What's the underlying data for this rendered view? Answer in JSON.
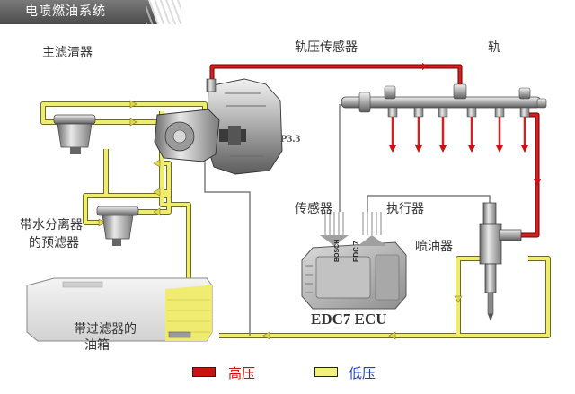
{
  "header": {
    "title": "电喷燃油系统"
  },
  "labels": {
    "main_filter": "主滤清器",
    "rail_pressure_sensor": "轨压传感器",
    "rail": "轨",
    "pump_model": "P3.3",
    "sensor": "传感器",
    "actuator": "执行器",
    "water_separator_line1": "带水分离器",
    "water_separator_line2": "的预滤器",
    "injector": "喷油器",
    "tank_line1": "带过滤器的",
    "tank_line2": "油箱",
    "ecu": "EDC7 ECU",
    "ecu_brand": "BOSCH",
    "ecu_model": "EDC 7"
  },
  "legend": {
    "high_pressure": {
      "label": "高压",
      "color": "#cc1111"
    },
    "low_pressure": {
      "label": "低压",
      "color": "#f3f17a"
    }
  },
  "colors": {
    "title_bar": "#5a5a5a",
    "high_pressure_line": "#d42020",
    "low_pressure_line": "#efeb6a"
  }
}
